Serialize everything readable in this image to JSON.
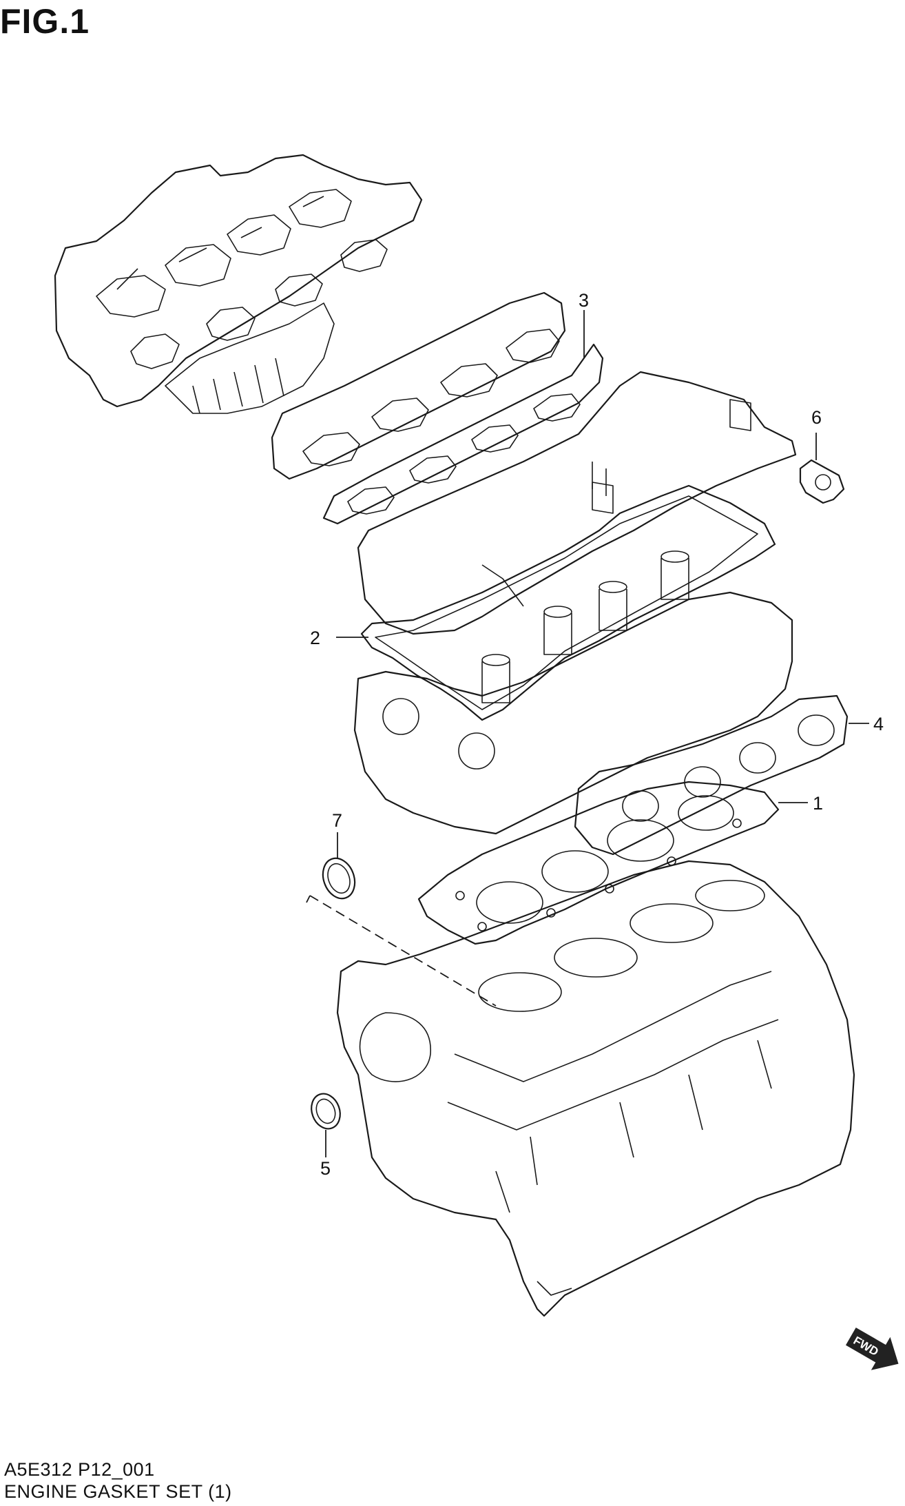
{
  "figure": {
    "title": "FIG.1"
  },
  "footer": {
    "code": "A5E312 P12_001",
    "name": "ENGINE GASKET SET (1)"
  },
  "callouts": [
    {
      "num": "1"
    },
    {
      "num": "2"
    },
    {
      "num": "3"
    },
    {
      "num": "4"
    },
    {
      "num": "5"
    },
    {
      "num": "6"
    },
    {
      "num": "7"
    }
  ],
  "fwd_label": "FWD"
}
